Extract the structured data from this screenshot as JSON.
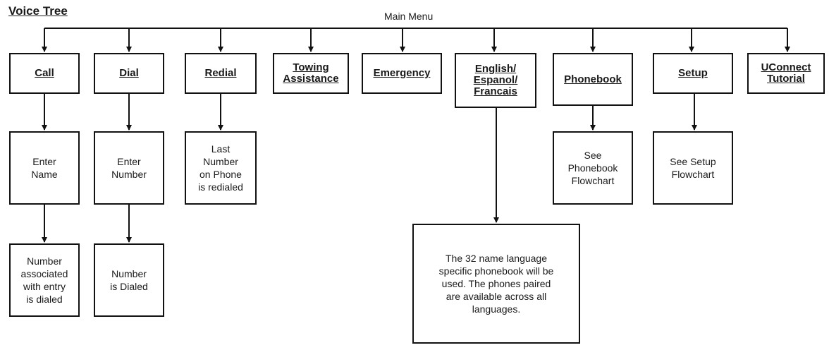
{
  "title": "Voice Tree",
  "root": "Main Menu",
  "menu": [
    {
      "label": "Call"
    },
    {
      "label": "Dial"
    },
    {
      "label": "Redial"
    },
    {
      "label": "Towing\nAssistance"
    },
    {
      "label": "Emergency"
    },
    {
      "label": "English/\nEspanol/\nFrancais"
    },
    {
      "label": "Phonebook"
    },
    {
      "label": "Setup"
    },
    {
      "label": "UConnect\nTutorial"
    }
  ],
  "details": {
    "call_step1": "Enter\nName",
    "call_step2": "Number\nassociated\nwith entry\nis dialed",
    "dial_step1": "Enter\nNumber",
    "dial_step2": "Number\nis Dialed",
    "redial_step1": "Last\nNumber\non Phone\nis redialed",
    "language_step1": "The 32 name language\nspecific phonebook will be\nused. The phones paired\nare available across all\nlanguages.",
    "phonebook_step1": "See\nPhonebook\nFlowchart",
    "setup_step1": "See Setup\nFlowchart"
  }
}
